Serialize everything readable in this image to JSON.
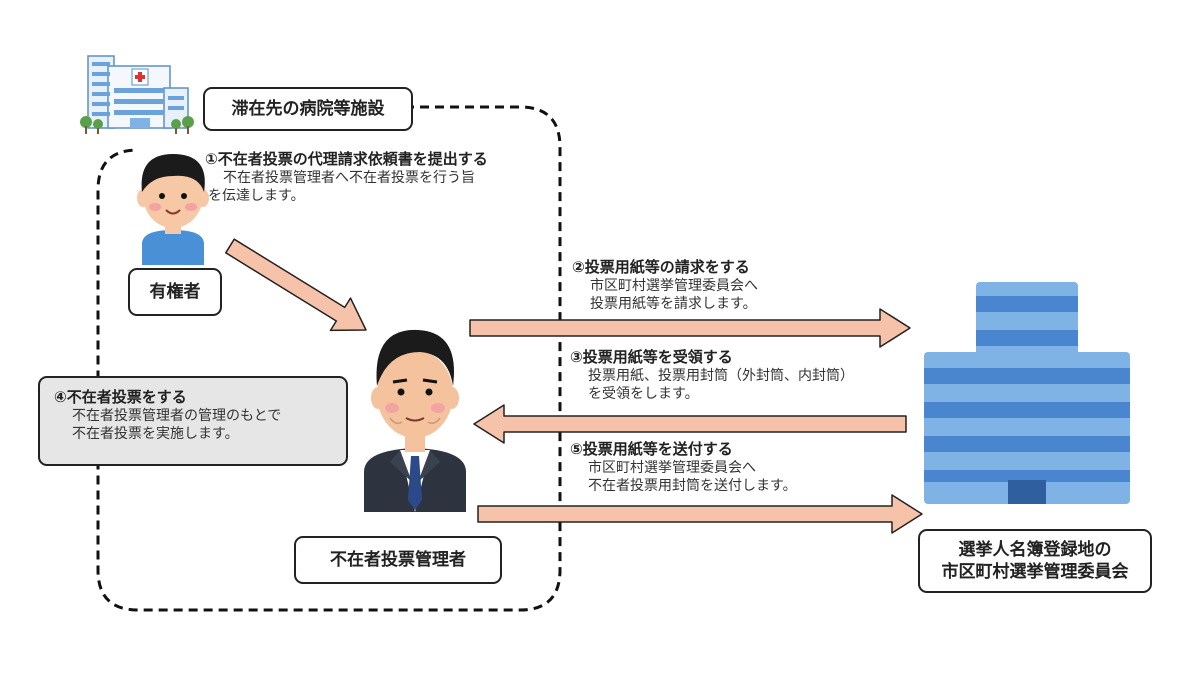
{
  "facility_label": "滞在先の病院等施設",
  "voter_label": "有権者",
  "manager_label": "不在者投票管理者",
  "committee_label_line1": "選挙人名簿登録地の",
  "committee_label_line2": "市区町村選挙管理委員会",
  "steps": [
    {
      "title": "①不在者投票の代理請求依頼書を提出する",
      "desc": [
        "不在者投票管理者へ不在者投票を行う旨",
        "を伝達します。"
      ]
    },
    {
      "title": "②投票用紙等の請求をする",
      "desc": [
        "市区町村選挙管理委員会へ",
        "投票用紙等を請求します。"
      ]
    },
    {
      "title": "③投票用紙等を受領する",
      "desc": [
        "投票用紙、投票用封筒（外封筒、内封筒）",
        "を受領をします。"
      ]
    },
    {
      "title": "④不在者投票をする",
      "desc": [
        "不在者投票管理者の管理のもとで",
        "不在者投票を実施します。"
      ]
    },
    {
      "title": "⑤投票用紙等を送付する",
      "desc": [
        "市区町村選挙管理委員会へ",
        "不在者投票用封筒を送付します。"
      ]
    }
  ],
  "colors": {
    "arrow_fill": "#f6c2a9",
    "arrow_stroke": "#222222",
    "building_light": "#7fb2e5",
    "building_dark": "#4a86cf",
    "step4_bg": "#e6e6e6"
  }
}
